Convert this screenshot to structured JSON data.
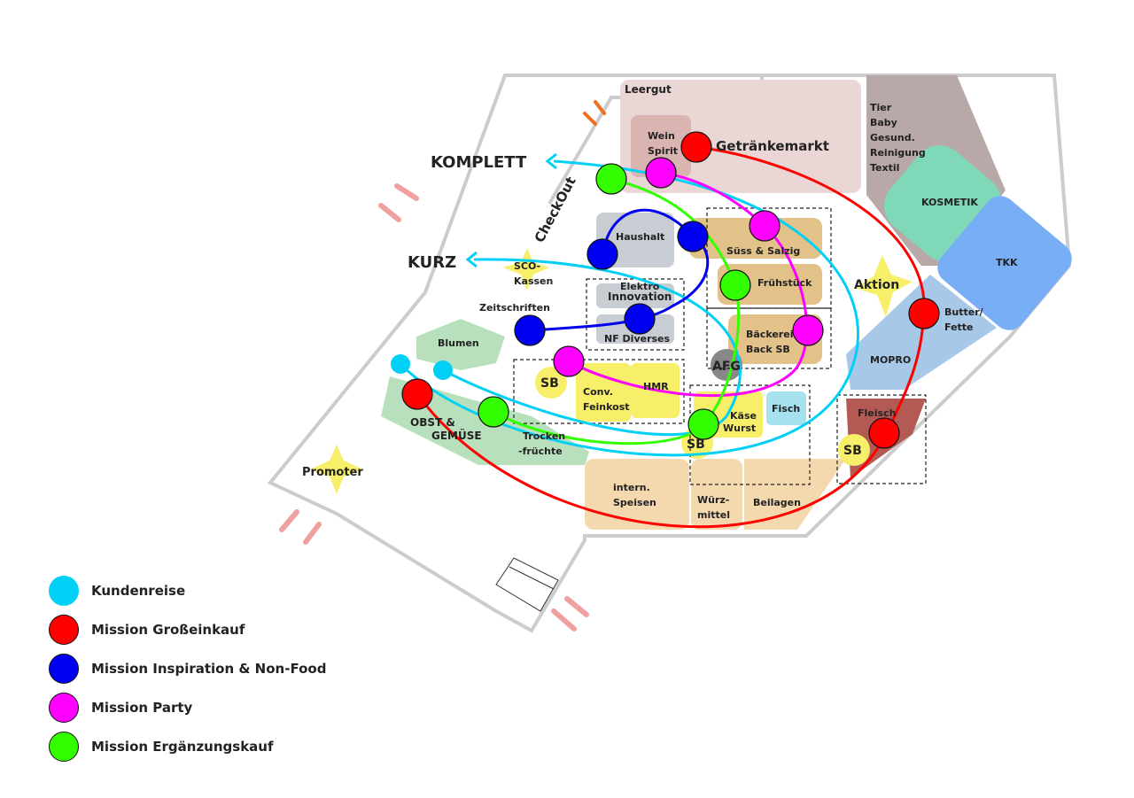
{
  "title_labels": {
    "leergut": "Leergut",
    "checkout": "CheckOut",
    "komplett": "KOMPLETT",
    "kurz": "KURZ",
    "promoter": "Promoter",
    "aktion": "Aktion"
  },
  "areas": {
    "getraenkemarkt": "Getränkemarkt",
    "wein": "Wein",
    "spirit": "Spirit",
    "tier": [
      "Tier",
      "Baby",
      "Gesund.",
      "Reinigung",
      "Textil"
    ],
    "kosmetik": "KOSMETIK",
    "tkk": "TKK",
    "butter": [
      "Butter/",
      "Fette"
    ],
    "mopro": "MOPRO",
    "fleisch": "Fleisch",
    "haushalt": "Haushalt",
    "suess": "Süss & Salzig",
    "fruehstueck": "Frühstück",
    "baeckerei": [
      "Bäckerei",
      "Back SB"
    ],
    "afg": "AFG",
    "elektro": [
      "Elektro",
      "Innovation"
    ],
    "nf": "NF Diverses",
    "sco": [
      "SCO-",
      "Kassen"
    ],
    "zeitschriften": "Zeitschriften",
    "blumen": "Blumen",
    "sb": "SB",
    "conv": [
      "Conv.",
      "Feinkost"
    ],
    "hmr": "HMR",
    "kaese": [
      "Käse",
      "Wurst"
    ],
    "fisch": "Fisch",
    "obst": [
      "OBST &",
      "GEMÜSE"
    ],
    "trocken": [
      "Trocken",
      "-früchte"
    ],
    "intern": [
      "intern.",
      "Speisen"
    ],
    "wuerz": [
      "Würz-",
      "mittel"
    ],
    "beilagen": "Beilagen"
  },
  "legend": [
    {
      "label": "Kundenreise",
      "color": "#00d0f5"
    },
    {
      "label": "Mission Großeinkauf",
      "color": "#ff0000"
    },
    {
      "label": "Mission Inspiration & Non-Food",
      "color": "#0000f0"
    },
    {
      "label": "Mission Party",
      "color": "#ff00ff"
    },
    {
      "label": "Mission Ergänzungskauf",
      "color": "#33ff00"
    }
  ]
}
